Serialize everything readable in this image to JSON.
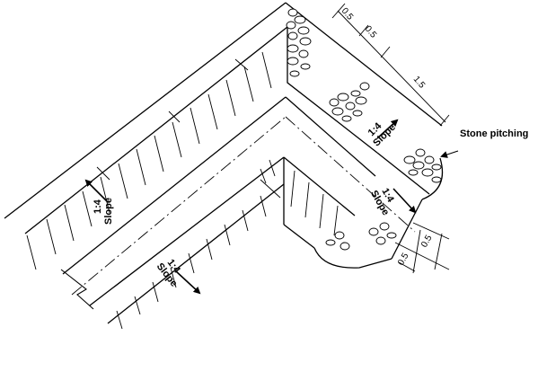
{
  "labels": {
    "stone_pitching": "Stone pitching",
    "slope_ratio": "1:4",
    "slope_word": "Slope"
  },
  "dimensions": {
    "d1": "0.5",
    "d2": "0.5",
    "d3": "1.5",
    "d4": "0.5",
    "d5": "0.5"
  },
  "colors": {
    "ink": "#000000",
    "paper": "#ffffff"
  }
}
